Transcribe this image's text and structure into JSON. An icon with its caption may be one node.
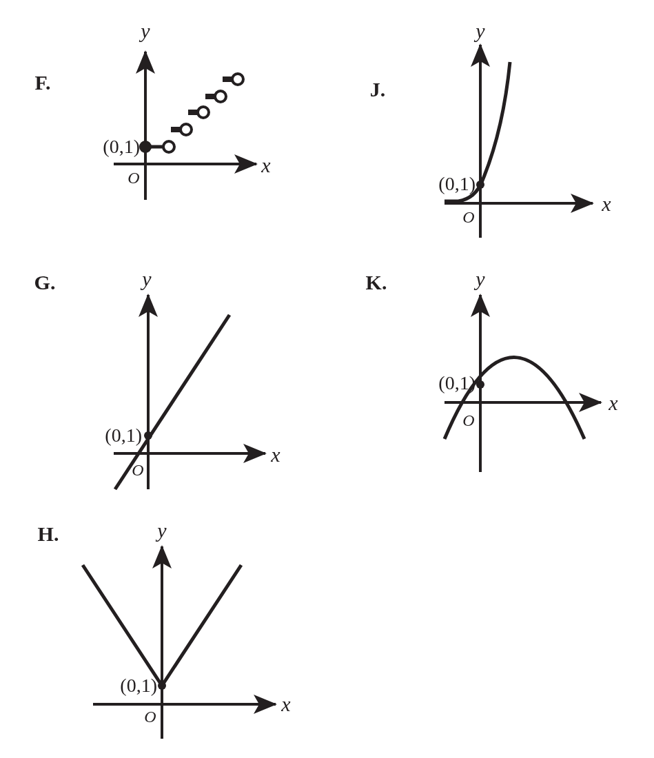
{
  "diagram": {
    "labels": [
      "F.",
      "y",
      "(0,1)",
      "x",
      "O",
      "J.",
      "y",
      "(0,1)",
      "x",
      "O",
      "G.",
      "y",
      "(0,1)",
      "x",
      "O",
      "K.",
      "y",
      "(0,1)",
      "x",
      "O",
      "H.",
      "y",
      "(0,1)",
      "x",
      "O"
    ]
  }
}
